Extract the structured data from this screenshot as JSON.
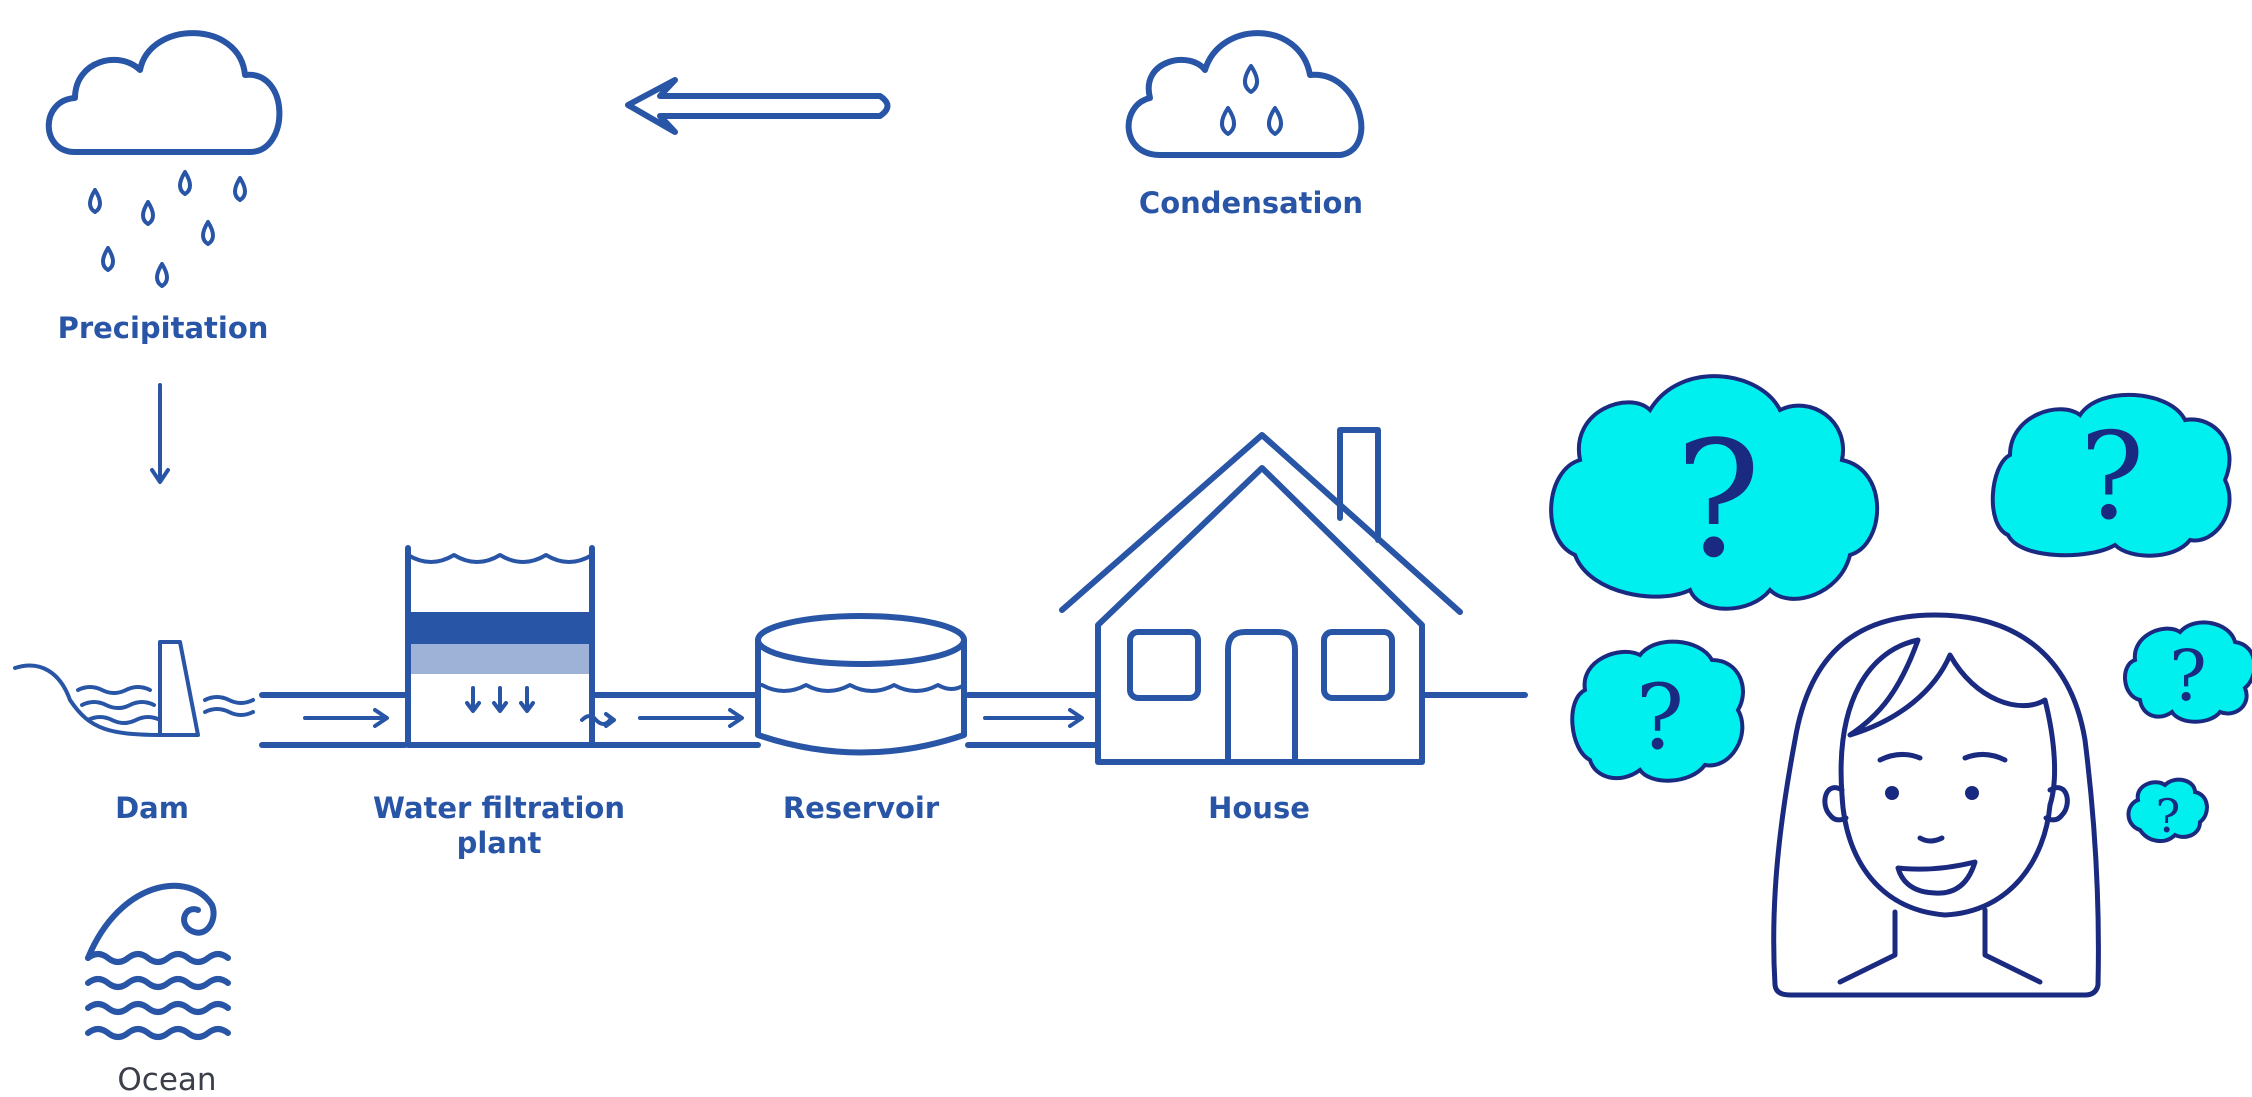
{
  "labels": {
    "precipitation": "Precipitation",
    "condensation": "Condensation",
    "dam": "Dam",
    "filtration_line1": "Water filtration",
    "filtration_line2": "plant",
    "reservoir": "Reservoir",
    "house": "House",
    "ocean": "Ocean"
  },
  "thought_glyph": "?",
  "icons": [
    "rain-cloud-icon",
    "condensation-cloud-icon",
    "dam-icon",
    "filtration-plant-icon",
    "reservoir-icon",
    "house-icon",
    "ocean-wave-icon",
    "confused-person-icon",
    "question-cloud-icon"
  ],
  "colors": {
    "diagram_blue": "#2855a6",
    "thought_cloud_fill": "#00f0f0",
    "face_stroke": "#1a2a80"
  }
}
